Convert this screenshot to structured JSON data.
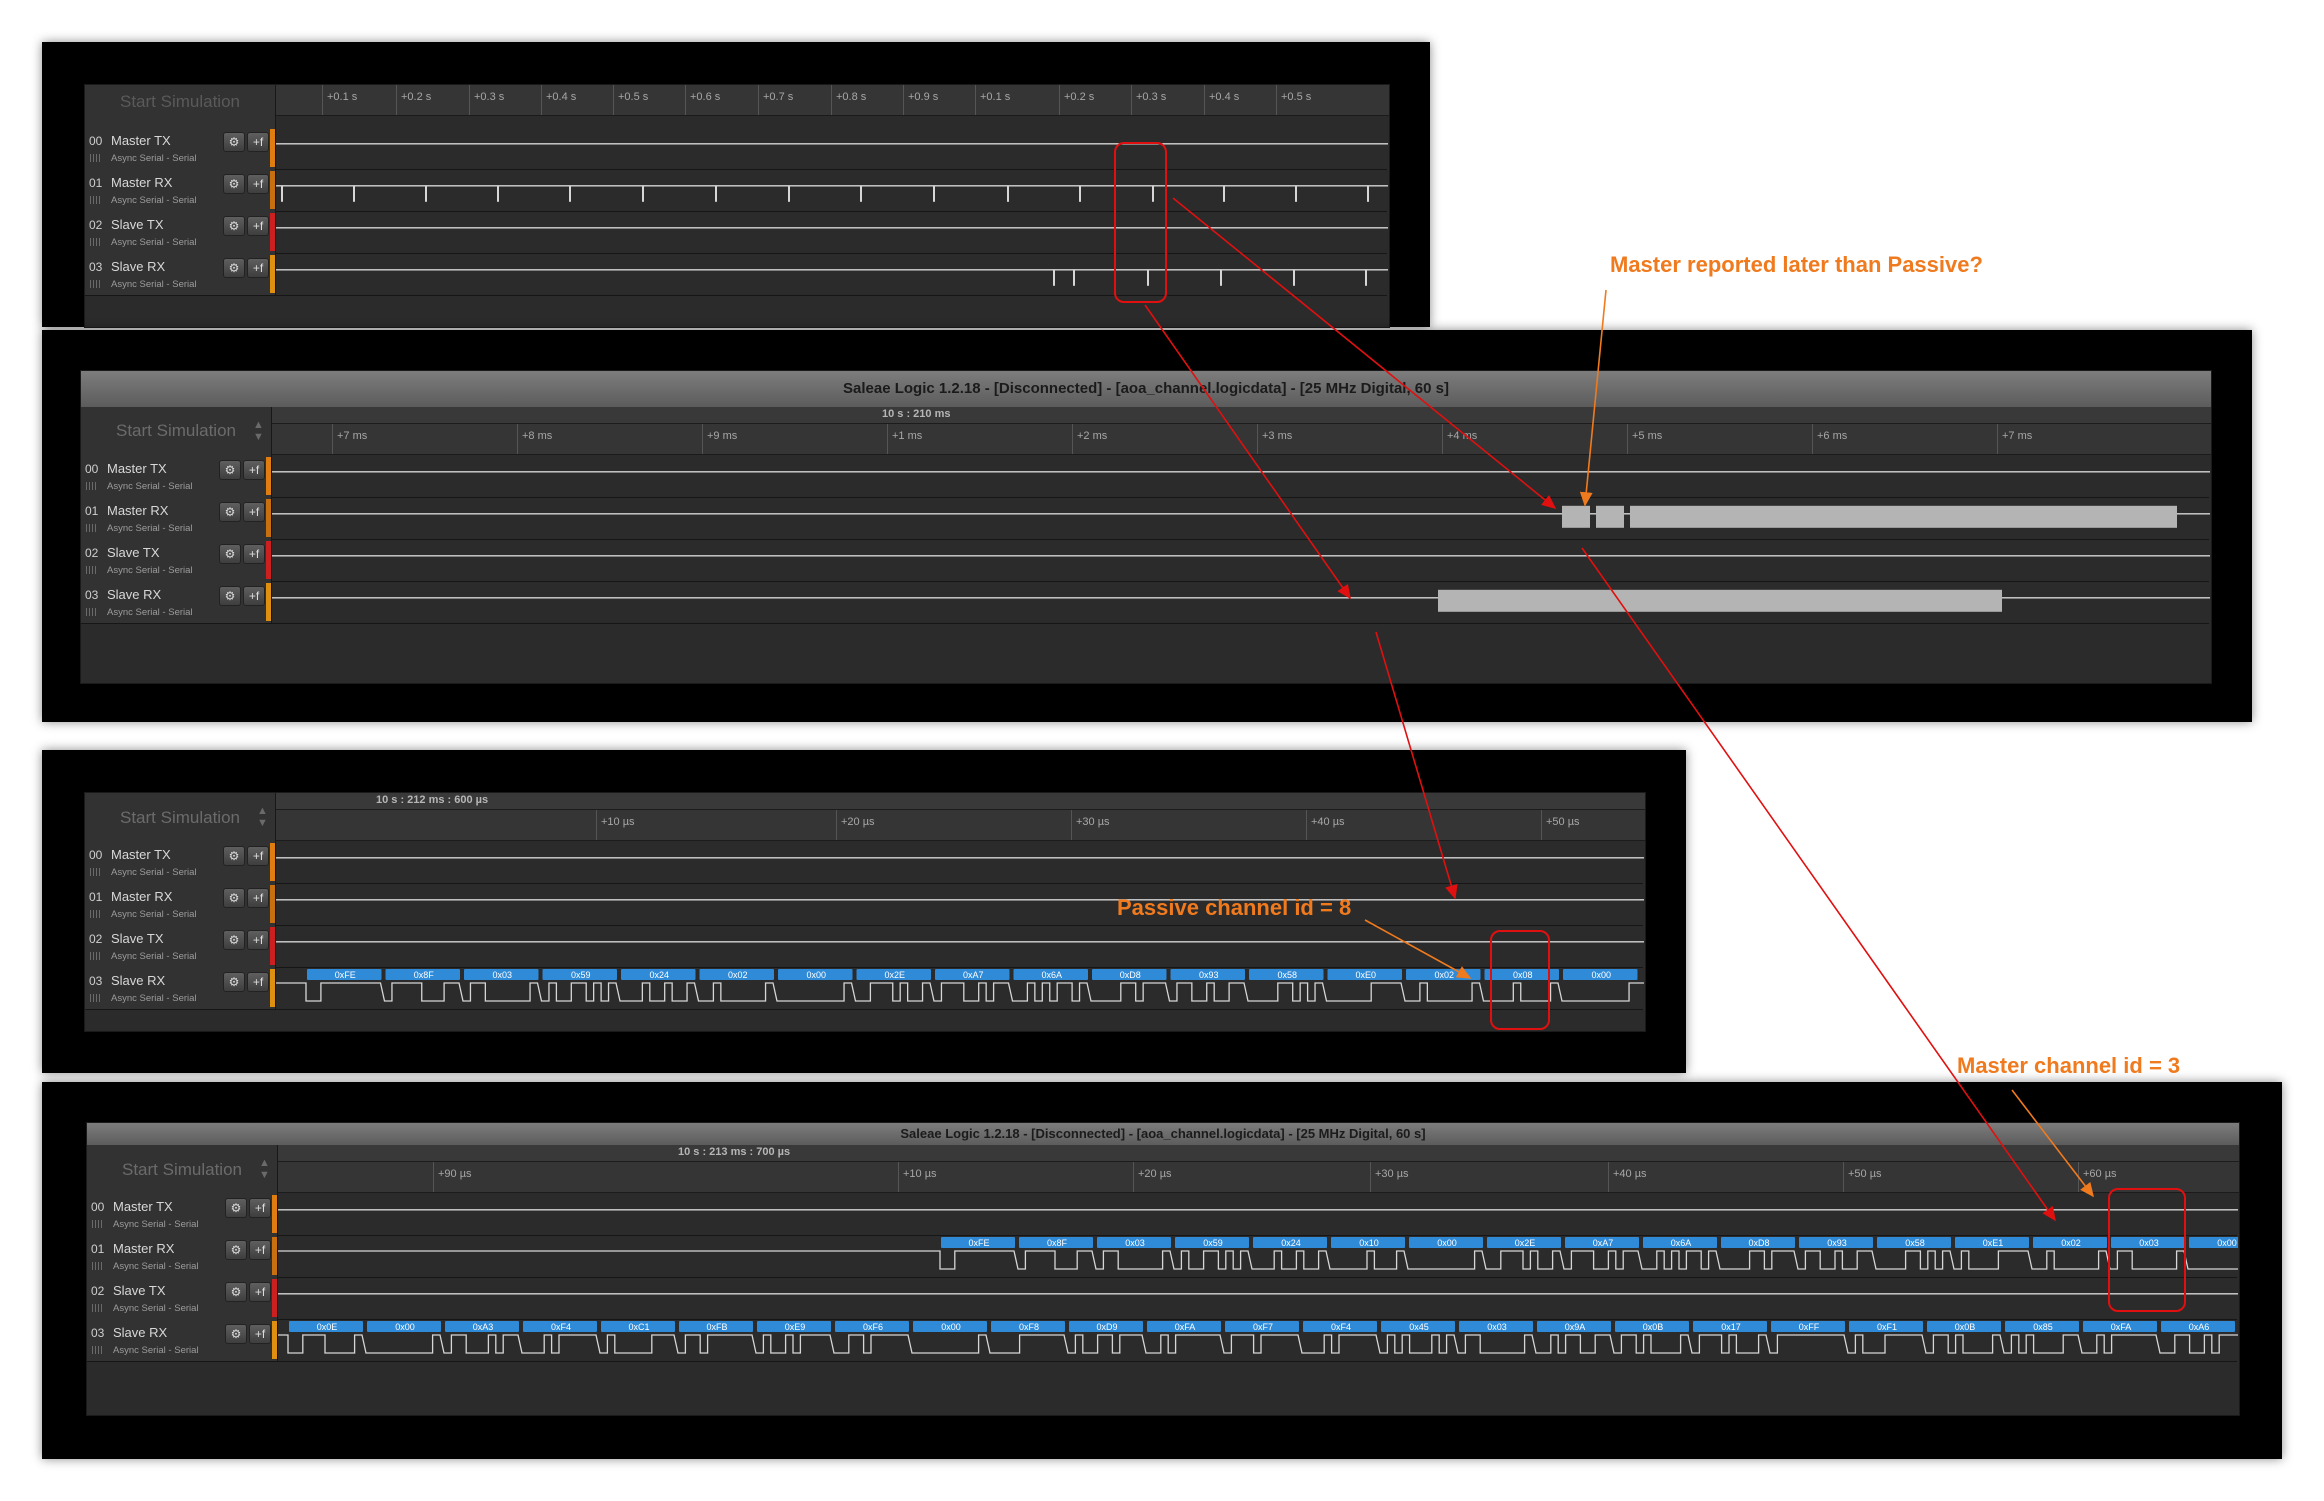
{
  "window_title": "Saleae Logic 1.2.18 - [Disconnected] - [aoa_channel.logicdata] - [25 MHz Digital, 60 s]",
  "start_simulation": "Start Simulation",
  "channels": [
    {
      "num": "00",
      "name": "Master TX",
      "sub": "Async Serial - Serial",
      "color": "#e07d10"
    },
    {
      "num": "01",
      "name": "Master RX",
      "sub": "Async Serial - Serial",
      "color": "#c87010"
    },
    {
      "num": "02",
      "name": "Slave TX",
      "sub": "Async Serial - Serial",
      "color": "#cc2020"
    },
    {
      "num": "03",
      "name": "Slave RX",
      "sub": "Async Serial - Serial",
      "color": "#e09010"
    }
  ],
  "gear_icon": "gear-icon",
  "add_analyzer_icon": "plus-f-icon",
  "panel1": {
    "ticks": [
      "+0.1 s",
      "+0.2 s",
      "+0.3 s",
      "+0.4 s",
      "+0.5 s",
      "+0.6 s",
      "+0.7 s",
      "+0.8 s",
      "+0.9 s",
      "+0.1 s",
      "+0.2 s",
      "+0.3 s",
      "+0.4 s",
      "+0.5 s"
    ]
  },
  "panel2": {
    "stamp": "10 s : 210 ms",
    "ticks": [
      "+7 ms",
      "+8 ms",
      "+9 ms",
      "+1 ms",
      "+2 ms",
      "+3 ms",
      "+4 ms",
      "+5 ms",
      "+6 ms",
      "+7 ms"
    ]
  },
  "panel3": {
    "stamp": "10 s : 212 ms : 600 µs",
    "ticks": [
      "+10 µs",
      "+20 µs",
      "+30 µs",
      "+40 µs",
      "+50 µs"
    ],
    "slave_rx_bytes": [
      "0xFE",
      "0x8F",
      "0x03",
      "0x59",
      "0x24",
      "0x02",
      "0x00",
      "0x2E",
      "0xA7",
      "0x6A",
      "0xD8",
      "0x93",
      "0x58",
      "0xE0",
      "0x02",
      "0x08",
      "0x00"
    ]
  },
  "panel4": {
    "title": "Saleae Logic 1.2.18 - [Disconnected] - [aoa_channel.logicdata] - [25 MHz Digital, 60 s]",
    "stamp": "10 s : 213 ms : 700 µs",
    "ticks": [
      "+90 µs",
      "+10 µs",
      "+20 µs",
      "+30 µs",
      "+40 µs",
      "+50 µs",
      "+60 µs"
    ],
    "master_rx_bytes": [
      "0xFE",
      "0x8F",
      "0x03",
      "0x59",
      "0x24",
      "0x10",
      "0x00",
      "0x2E",
      "0xA7",
      "0x6A",
      "0xD8",
      "0x93",
      "0x58",
      "0xE1",
      "0x02",
      "0x03",
      "0x00"
    ],
    "slave_rx_bytes": [
      "0x0E",
      "0x00",
      "0xA3",
      "0xF4",
      "0xC1",
      "0xFB",
      "0xE9",
      "0xF6",
      "0x00",
      "0xF8",
      "0xD9",
      "0xFA",
      "0xF7",
      "0xF4",
      "0x45",
      "0x03",
      "0x9A",
      "0x0B",
      "0x17",
      "0xFF",
      "0xF1",
      "0x0B",
      "0x85",
      "0xFA",
      "0xA6"
    ]
  },
  "annotations": {
    "master_later": "Master reported later than Passive?",
    "passive_channel": "Passive channel id = 8",
    "master_channel": "Master channel id = 3"
  },
  "colors": {
    "annotation": "#f07a1e",
    "arrow": "#e01010",
    "byte_box": "#2f8ad8",
    "trace": "#d6d6d6"
  }
}
